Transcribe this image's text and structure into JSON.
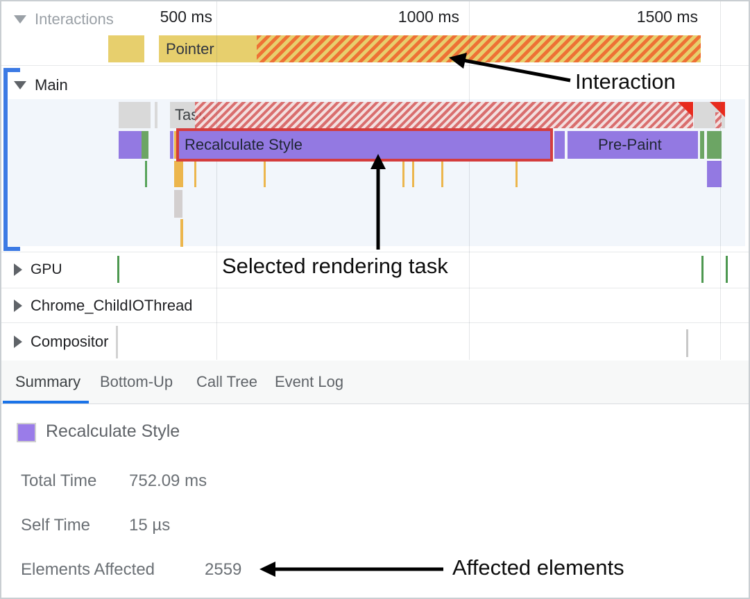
{
  "ruler": {
    "ticks": [
      "500 ms",
      "1000 ms",
      "1500 ms"
    ]
  },
  "tracks": {
    "interactions": {
      "label": "Interactions"
    },
    "main": {
      "label": "Main"
    },
    "gpu": {
      "label": "GPU"
    },
    "child_io": {
      "label": "Chrome_ChildIOThread"
    },
    "compositor": {
      "label": "Compositor"
    }
  },
  "events": {
    "pointer": "Pointer",
    "task": "Task",
    "recalculate_style": "Recalculate Style",
    "pre_paint": "Pre-Paint"
  },
  "tabs": [
    {
      "label": "Summary",
      "active": true
    },
    {
      "label": "Bottom-Up",
      "active": false
    },
    {
      "label": "Call Tree",
      "active": false
    },
    {
      "label": "Event Log",
      "active": false
    }
  ],
  "summary": {
    "event_title": "Recalculate Style",
    "rows": [
      {
        "label": "Total Time",
        "value": "752.09 ms"
      },
      {
        "label": "Self Time",
        "value": "15 µs"
      },
      {
        "label": "Elements Affected",
        "value": "2559"
      }
    ]
  },
  "annotations": {
    "interaction": "Interaction",
    "selected_task": "Selected rendering task",
    "affected_elements": "Affected elements"
  },
  "colors": {
    "interaction_yellow": "#e7cf6d",
    "interaction_hatch_orange": "#ee7135",
    "task_gray": "#d9d9d9",
    "task_hatch_red": "#de6a6a",
    "style_purple": "#9379e2",
    "paint_green": "#6ca564",
    "marker_orange": "#ecb64d",
    "selection_red": "#d43d3d",
    "track_select_blue": "#3c7ae4",
    "tab_accent_blue": "#1a73e8"
  }
}
